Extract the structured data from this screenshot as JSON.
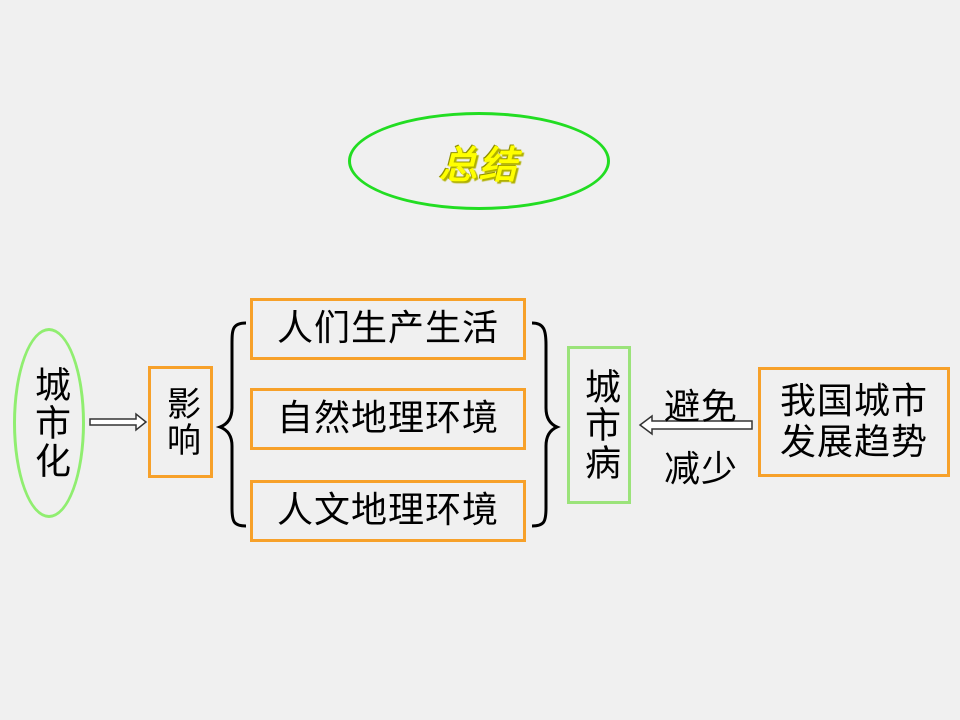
{
  "title": "总结",
  "left_node": "城市化",
  "influence_node": "影响",
  "effects": [
    "人们生产生活",
    "自然地理环境",
    "人文地理环境"
  ],
  "problem_node": "城市病",
  "action_labels": {
    "top": "避免",
    "bottom": "减少"
  },
  "trend_node": {
    "line1": "我国城市",
    "line2": "发展趋势"
  },
  "colors": {
    "title_oval": "#22dd22",
    "title_text": "#ffff00",
    "box_border": "#f7a12a",
    "green_border": "#9be37a"
  }
}
